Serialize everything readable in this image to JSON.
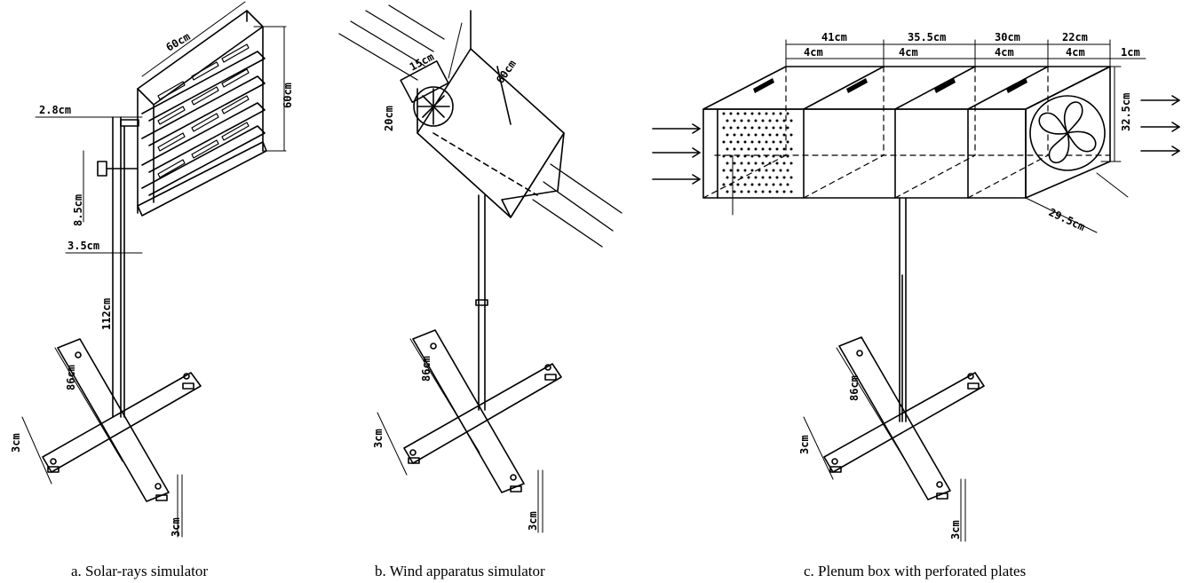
{
  "figures": {
    "a": {
      "caption": "a. Solar-rays simulator",
      "dims": {
        "width": "60cm",
        "height": "60cm",
        "gap": "2.8cm",
        "bracket": "8.5cm",
        "offset": "3.5cm",
        "pole": "112cm",
        "base_arm": "86cm",
        "foot": "3cm",
        "wheel": "3cm"
      }
    },
    "b": {
      "caption": "b. Wind apparatus simulator",
      "dims": {
        "fan_top": "15cm",
        "fan": "20cm",
        "duct": "60cm",
        "base_arm": "86cm",
        "foot": "3cm",
        "wheel": "3cm"
      }
    },
    "c": {
      "caption": "c. Plenum box with perforated plates",
      "dims": {
        "sec1": "41cm",
        "sec2": "35.5cm",
        "sec3": "30cm",
        "sec4": "22cm",
        "p1": "4cm",
        "p2": "4cm",
        "p3": "4cm",
        "p4": "4cm",
        "end": "1cm",
        "height": "32.5cm",
        "depth": "29.5cm",
        "base_arm": "86cm",
        "foot": "3cm",
        "wheel": "3cm"
      }
    }
  }
}
